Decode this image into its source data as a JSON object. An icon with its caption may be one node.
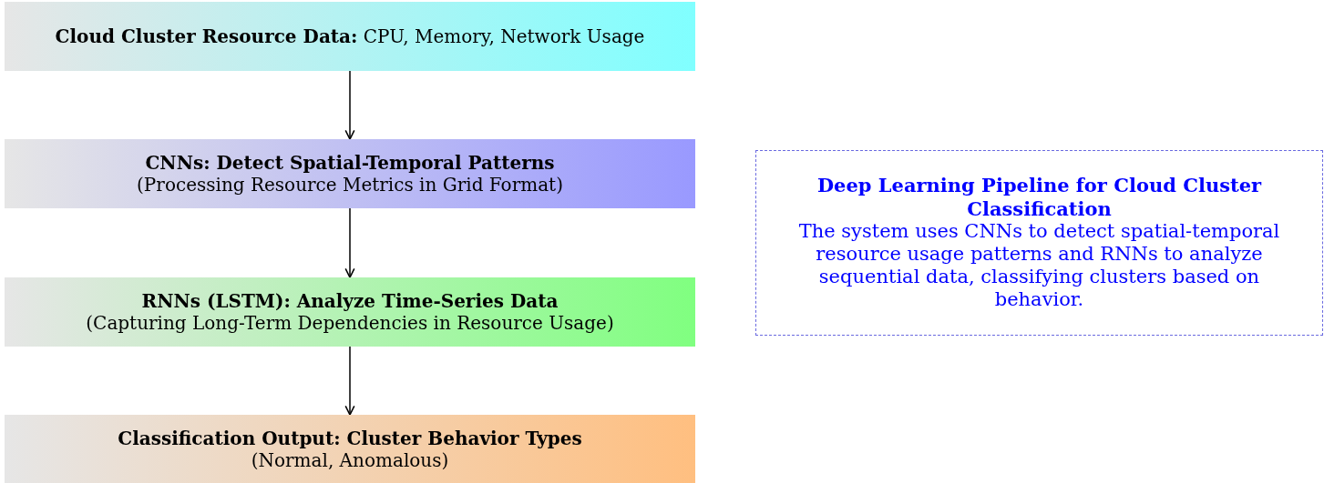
{
  "diagram": {
    "nodes": [
      {
        "text": [
          "**Cloud Cluster Resource Data:** CPU, Memory, Network Usage"
        ]
      },
      {
        "text": [
          "CNNs: Detect Spatial-Temporal Patterns",
          "(Processing Resource Metrics in Grid Format)"
        ]
      },
      {
        "text": [
          "RNNs (LSTM): Analyze Time-Series Data",
          "(Capturing Long-Term Dependencies in Resource Usage)"
        ]
      },
      {
        "text": [
          "Classification Output: Cluster Behavior Types",
          "(Normal, Anomalous)"
        ]
      },
      {
        "text": [
          "Deep Learning Pipeline for Cloud Cluster Classification",
          "The system uses CNNs to detect spatial-temporal resource usage patterns and RNNs to analyze sequential data, classifying clusters based on behavior."
        ]
      }
    ],
    "edges": [
      {
        "from": 0,
        "to": 1,
        "arrow": "to"
      },
      {
        "from": 1,
        "to": 2,
        "arrow": "to"
      },
      {
        "from": 2,
        "to": 3,
        "arrow": "to"
      }
    ]
  }
}
